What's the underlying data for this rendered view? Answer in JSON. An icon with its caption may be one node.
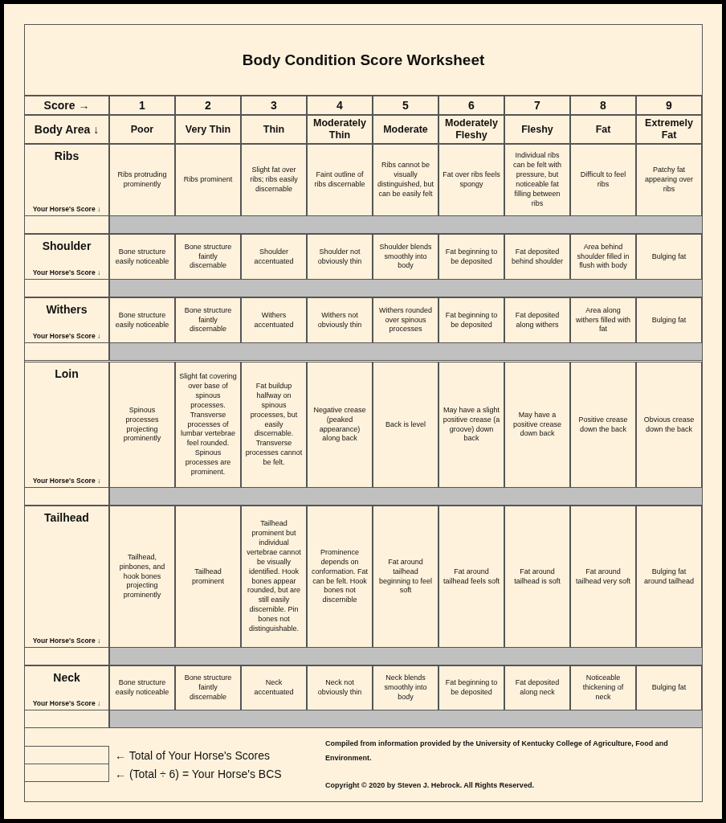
{
  "diagram": {
    "title": "Body Condition Score Worksheet",
    "nodes": [
      {
        "text": [],
        "shape": "bar"
      },
      {
        "text": [],
        "shape": "bar"
      },
      {
        "text": [],
        "shape": "bar"
      },
      {
        "text": [],
        "shape": "bar"
      },
      {
        "text": [],
        "shape": "bar"
      },
      {
        "text": [],
        "shape": "bar"
      }
    ],
    "labels": [
      "Score →",
      "1",
      "2",
      "3",
      "4",
      "5",
      "6",
      "7",
      "8",
      "9",
      "Body Area ↓",
      "Poor",
      "Very Thin",
      "Thin",
      "Moderately Thin",
      "Moderate",
      "Moderately Fleshy",
      "Fleshy",
      "Fat",
      "Extremely Fat",
      "Ribs",
      "Your Horse's Score ↓",
      "Ribs protruding prominently",
      "Ribs prominent",
      "Slight fat over ribs; ribs easily discernable",
      "Faint outline of ribs discernable",
      "Ribs cannot be visually distinguished, but can be easily felt",
      "Fat over ribs feels spongy",
      "Individual ribs can be felt with pressure, but noticeable fat filling between ribs",
      "Difficult to feel ribs",
      "Patchy fat appearing over ribs",
      "Shoulder",
      "Your Horse's Score ↓",
      "Bone structure easily noticeable",
      "Bone structure faintly discernable",
      "Shoulder accentuated",
      "Shoulder not obviously thin",
      "Shoulder blends smoothly into body",
      "Fat beginning to be deposited",
      "Fat deposited behind shoulder",
      "Area behind shoulder filled in flush with body",
      "Bulging fat",
      "Withers",
      "Your Horse's Score ↓",
      "Bone structure easily noticeable",
      "Bone structure faintly discernable",
      "Withers accentuated",
      "Withers not obviously thin",
      "Withers rounded over spinous processes",
      "Fat beginning to be deposited",
      "Fat deposited along withers",
      "Area along withers filled with fat",
      "Bulging fat",
      "Loin",
      "Your Horse's Score ↓",
      "Spinous processes projecting prominently",
      "Slight fat covering over base of spinous processes. Transverse processes of lumbar vertebrae feel rounded. Spinous processes are prominent.",
      "Fat buildup halfway on spinous processes, but easily discernable. Transverse processes cannot be felt.",
      "Negative crease (peaked appearance) along back",
      "Back is level",
      "May have a slight positive crease (a groove) down back",
      "May have a positive crease down back",
      "Positive crease down the back",
      "Obvious crease down the back",
      "Tailhead",
      "Your Horse's Score ↓",
      "Tailhead, pinbones, and hook bones projecting prominently",
      "Tailhead prominent",
      "Tailhead prominent but individual vertebrae cannot be visually identified. Hook bones appear rounded, but are still easily discernible. Pin bones not distinguishable.",
      "Prominence depends on conformation. Fat can be felt. Hook bones not discernible",
      "Fat around tailhead beginning to feel soft",
      "Fat around tailhead feels soft",
      "Fat around tailhead is soft",
      "Fat around tailhead very soft",
      "Bulging fat around tailhead",
      "Neck",
      "Your Horse's Score ↓",
      "Bone structure easily noticeable",
      "Bone structure faintly discernable",
      "Neck accentuated",
      "Neck not obviously thin",
      "Neck blends smoothly into body",
      "Fat beginning to be deposited",
      "Fat deposited along neck",
      "Noticeable thickening of neck",
      "Bulging fat",
      "← Total of Your Horse's Scores",
      "← (Total ÷ 6) = Your Horse's BCS",
      "Compiled from information provided by the University of Kentucky College of Agriculture, Food and Environment.",
      "Copyright © 2020 by Steven J. Hebrock. All Rights Reserved."
    ]
  }
}
